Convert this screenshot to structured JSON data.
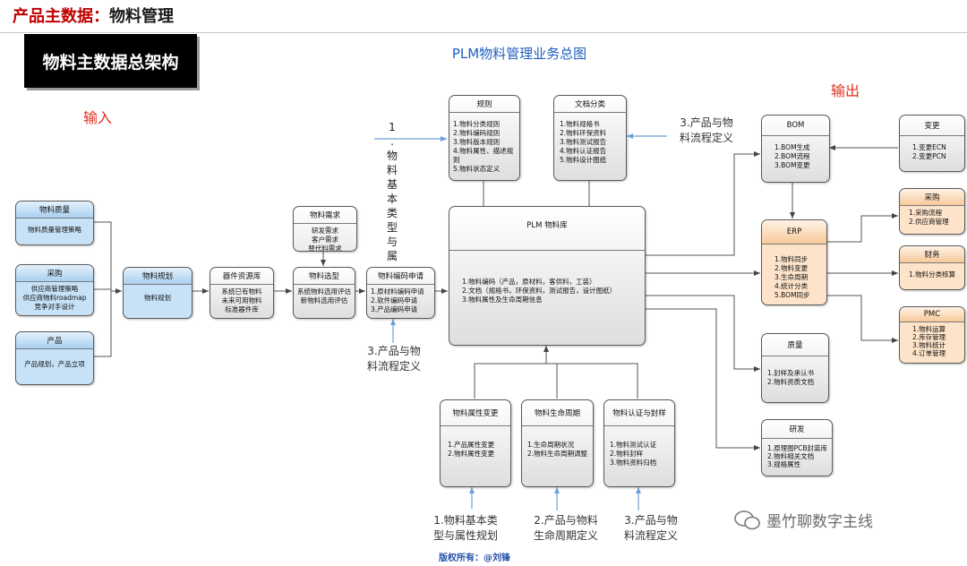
{
  "header": {
    "title_part1": "产品主数据：",
    "title_part2": "物料管理"
  },
  "section_box": "物料主数据总架构",
  "diagram_title": "PLM物料管理业务总图",
  "labels": {
    "input": "输入",
    "output": "输出"
  },
  "inputs": [
    {
      "title": "物料质量",
      "lines": [
        "物料质量管理策略"
      ]
    },
    {
      "title": "采购",
      "lines": [
        "供应商管理策略",
        "供应商物料roadmap",
        "竞争对手设计"
      ]
    },
    {
      "title": "产品",
      "lines": [
        "产品规划，产品立项"
      ]
    }
  ],
  "flow": {
    "planning": {
      "title": "物料规划",
      "lines": [
        "物料规划"
      ]
    },
    "resource": {
      "title": "器件资源库",
      "lines": [
        "系统已有物料",
        "未来可用物料",
        "标准器件库"
      ]
    },
    "demand": {
      "title": "物料需求",
      "lines": [
        "研发需求",
        "客户需求",
        "替代料需求"
      ]
    },
    "selection": {
      "title": "物料选型",
      "lines": [
        "系统物料选用评估",
        "新物料选用评估"
      ]
    },
    "code_apply": {
      "title": "物料编码申请",
      "lines": [
        "1.原材料编码申请",
        "2.软件编码申请",
        "3.产品编码申请"
      ]
    }
  },
  "top_boxes": {
    "rules": {
      "title": "规则",
      "lines": [
        "1.物料分类规则",
        "2.物料编码规则",
        "3.物料版本规则",
        "4.物料属性、描述规则",
        "5.物料状态定义"
      ]
    },
    "docs": {
      "title": "文档分类",
      "lines": [
        "1.物料规格书",
        "2.物料环保资料",
        "3.物料测试报告",
        "4.物料认证报告",
        "5.物料设计图纸"
      ]
    }
  },
  "plm": {
    "title": "PLM 物料库",
    "lines": [
      "1.物料编码（产品，原材料，客供料，工装）",
      "2.文档（规格书，环保资料，测试报告，设计图纸）",
      "3.物料属性及生命周期信息"
    ]
  },
  "bottom_boxes": [
    {
      "title": "物料属性变更",
      "lines": [
        "1.产品属性变更",
        "2.物料属性变更"
      ]
    },
    {
      "title": "物料生命周期",
      "lines": [
        "1.生命周期状况",
        "2.物料生命周期调整"
      ]
    },
    {
      "title": "物料认证与封样",
      "lines": [
        "1.物料测试认证",
        "2.物料封样",
        "3.物料资料归档"
      ]
    }
  ],
  "outputs": {
    "bom": {
      "title": "BOM",
      "lines": [
        "1.BOM生成",
        "2.BOM流程",
        "3.BOM变更"
      ]
    },
    "change": {
      "title": "变更",
      "lines": [
        "1.变更ECN",
        "2.变更PCN"
      ]
    },
    "erp": {
      "title": "ERP",
      "lines": [
        "1.物料同步",
        "2.物料变更",
        "3.生命周期",
        "4.统计分类",
        "5.BOM同步"
      ]
    },
    "purchase": {
      "title": "采购",
      "lines": [
        "1.采购流程",
        "2.供应商管理"
      ]
    },
    "finance": {
      "title": "财务",
      "lines": [
        "1.物料分类核算"
      ]
    },
    "pmc": {
      "title": "PMC",
      "lines": [
        "1.物料运算",
        "2.库存管理",
        "3.物料统计",
        "4.订单管理"
      ]
    },
    "quality": {
      "title": "质量",
      "lines": [
        "1.封样及承认书",
        "2.物料资质文档"
      ]
    },
    "rd": {
      "title": "研发",
      "lines": [
        "1.原理图PCB封装库",
        "2.物料相关文档",
        "3.规格属性"
      ]
    }
  },
  "annotations": {
    "vertical": "1.物料基本类型与属",
    "right_top": [
      "3.产品与物",
      "料流程定义"
    ],
    "code_below": [
      "3.产品与物",
      "料流程定义"
    ],
    "bottom": [
      [
        "1.物料基本类",
        "型与属性规划"
      ],
      [
        "2.产品与物料",
        "生命周期定义"
      ],
      [
        "3.产品与物",
        "料流程定义"
      ]
    ]
  },
  "copyright": "版权所有：@刘锋",
  "watermark": "墨竹聊数字主线"
}
